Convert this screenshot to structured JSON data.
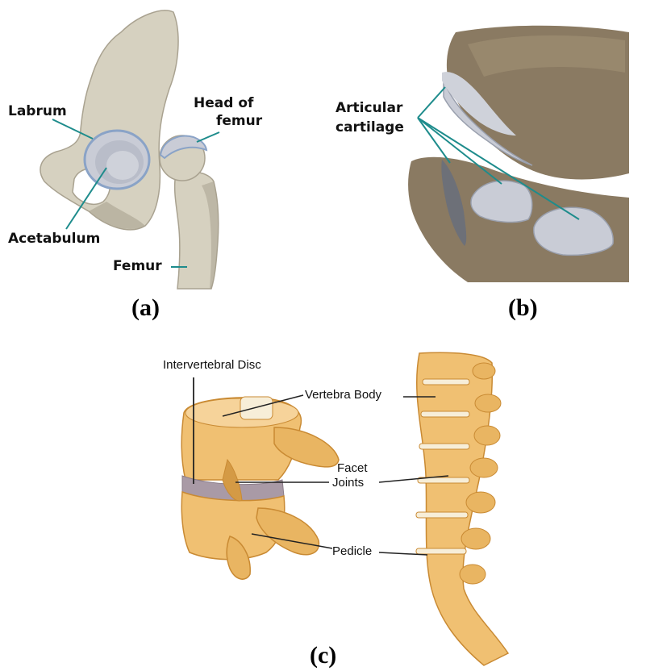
{
  "panels": {
    "a": {
      "caption": "(a)",
      "labels": {
        "labrum": "Labrum",
        "head_of_femur_1": "Head of",
        "head_of_femur_2": "femur",
        "acetabulum": "Acetabulum",
        "femur": "Femur"
      }
    },
    "b": {
      "caption": "(b)",
      "labels": {
        "articular_1": "Articular",
        "articular_2": "cartilage"
      }
    },
    "c": {
      "caption": "(c)",
      "labels": {
        "intervertebral_disc": "Intervertebral Disc",
        "vertebra_body": "Vertebra Body",
        "facet_1": "Facet",
        "facet_2": "Joints",
        "pedicle": "Pedicle"
      }
    }
  },
  "colors": {
    "bone_light": "#d6d1c0",
    "bone_shade": "#a9a290",
    "cartilage": "#c9ccd6",
    "cartilage_rim": "#8aa3c7",
    "knee_bone": "#8a7a62",
    "spine_bone": "#f0c072",
    "spine_shade": "#c98a33",
    "disc": "#a99aa6",
    "leader_teal": "#1e8c8c",
    "leader_black": "#222222"
  }
}
